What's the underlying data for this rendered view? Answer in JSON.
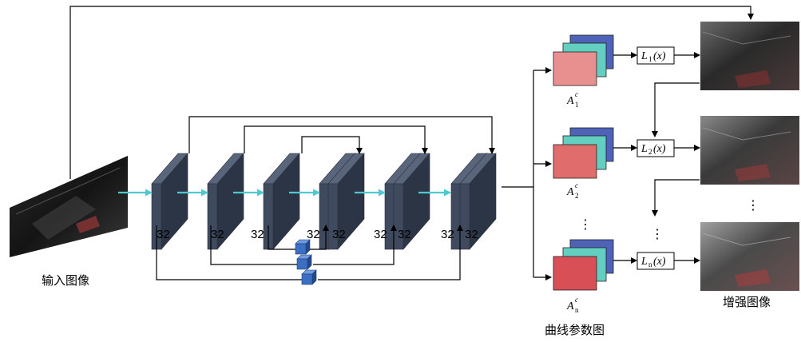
{
  "labels": {
    "input_image": "输入图像",
    "enhanced_image": "增强图像",
    "curve_maps": "曲线参数图",
    "channels": "32",
    "ellipsis": "⋮"
  },
  "curves": [
    {
      "base": "A",
      "sub": "1",
      "sup": "c",
      "func_prefix": "L",
      "func_sub": "1",
      "func_suffix": "(x)"
    },
    {
      "base": "A",
      "sub": "2",
      "sup": "c",
      "func_prefix": "L",
      "func_sub": "2",
      "func_suffix": "(x)"
    },
    {
      "base": "A",
      "sub": "n",
      "sup": "c",
      "func_prefix": "L",
      "func_sub": "n",
      "func_suffix": "(x)"
    }
  ],
  "colors": {
    "block_front": "#3f4a5e",
    "block_side": "#2c3546",
    "block_top": "#59657b",
    "flow_arrow": "#4ec9d0",
    "line": "#000000",
    "small_cube": "#3b6fc4",
    "map_back": "#4e63b8",
    "map_mid": "#63cfc0",
    "map_front_1": "#e88f8f",
    "map_front_2": "#e16c6c",
    "map_front_n": "#d84f55"
  }
}
